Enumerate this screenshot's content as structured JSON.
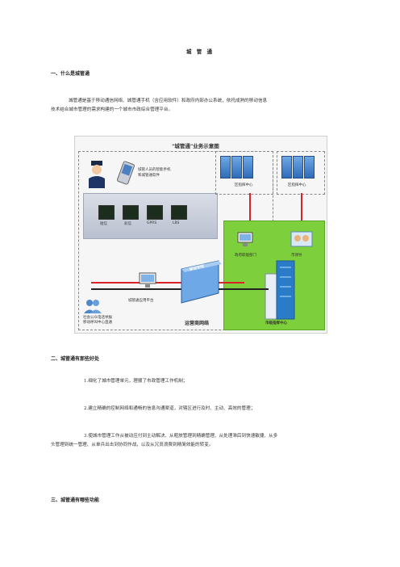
{
  "doc": {
    "title": "城 管 通",
    "section1_heading": "一、什么是城管通",
    "section1_para": [
      "城管通是基于移动通信网络、城管通手机（含应用软件）和政府内部办公系统，依托成熟的移动信息",
      "技术结合城市管理的需求构建的一个城市市政综合管理平台。"
    ],
    "section2_heading": "二、城管通有那些好处",
    "section2_items": [
      "1.细化了城市管理单元，理顺了市政管理工作机制；",
      "2.建立精确的控制网络和通畅的信息沟通渠道，对辖区进行及时、主动、高效的管理；",
      "3.使城市管理工作从被动应付到主动解决、从粗放管理到精确管理、从处理滞后到快速敏捷、从多",
      "头管理到统一管理、从单兵出击到协同作战，以及从冗员浪费到精简效能的转变。"
    ],
    "section3_heading": "三、城管通有哪些功能"
  },
  "diagram": {
    "title": "\"城管通\"业务示意图",
    "phone_label": [
      "城管人员的智能手机",
      "和城管通软件"
    ],
    "modules": [
      "短信",
      "彩信",
      "GPRS",
      "LBS"
    ],
    "mobile_line": "移动专线",
    "app_platform": "城管通应用平台",
    "hotline": [
      "社会公众电话举报",
      "移动呼叫中心直通"
    ],
    "operator_network": "运营商网络",
    "district_centers": [
      "区指挥中心",
      "区指挥中心"
    ],
    "gov_dept": "政府职能部门",
    "leader": "市领导",
    "city_center": "市级指挥中心"
  }
}
